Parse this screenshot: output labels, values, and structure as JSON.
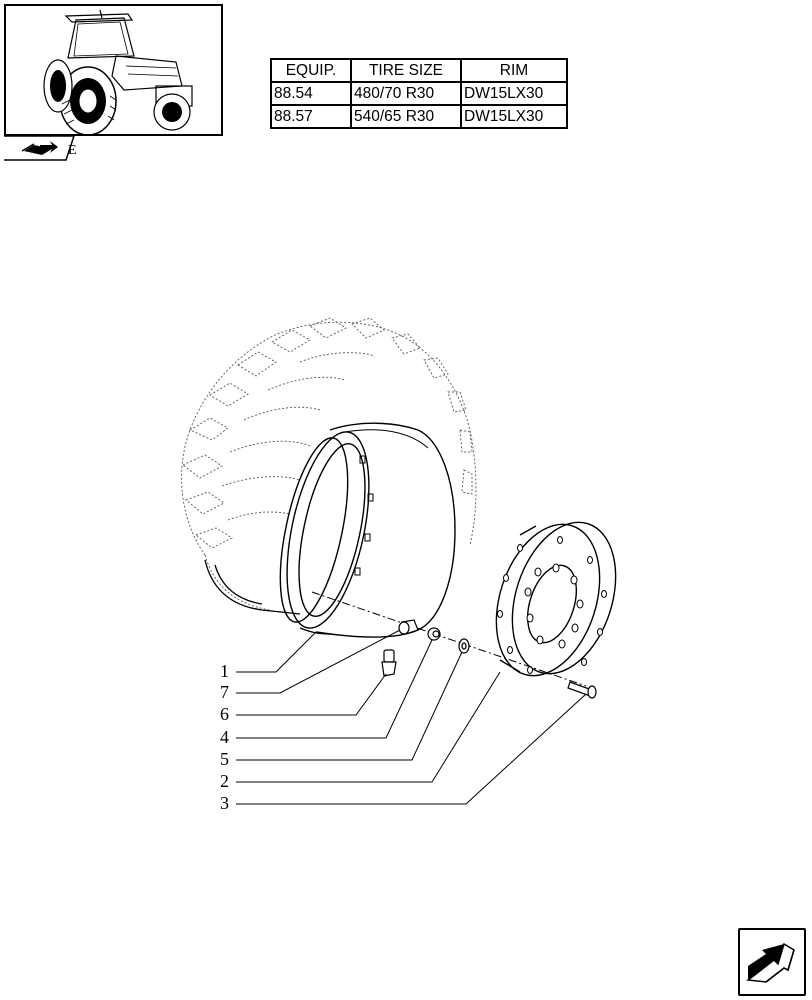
{
  "table": {
    "headers": [
      "EQUIP.",
      "TIRE SIZE",
      "RIM"
    ],
    "rows": [
      [
        "88.54",
        "480/70 R30",
        "DW15LX30"
      ],
      [
        "88.57",
        "540/65 R30",
        "DW15LX30"
      ]
    ]
  },
  "nav": {
    "section_letter": "E"
  },
  "callouts": [
    "1",
    "7",
    "6",
    "4",
    "5",
    "2",
    "3"
  ],
  "icons": {
    "thumbnail": "tractor-thumbnail",
    "tab": "book-arrow-icon",
    "next": "next-page-arrow-icon"
  }
}
